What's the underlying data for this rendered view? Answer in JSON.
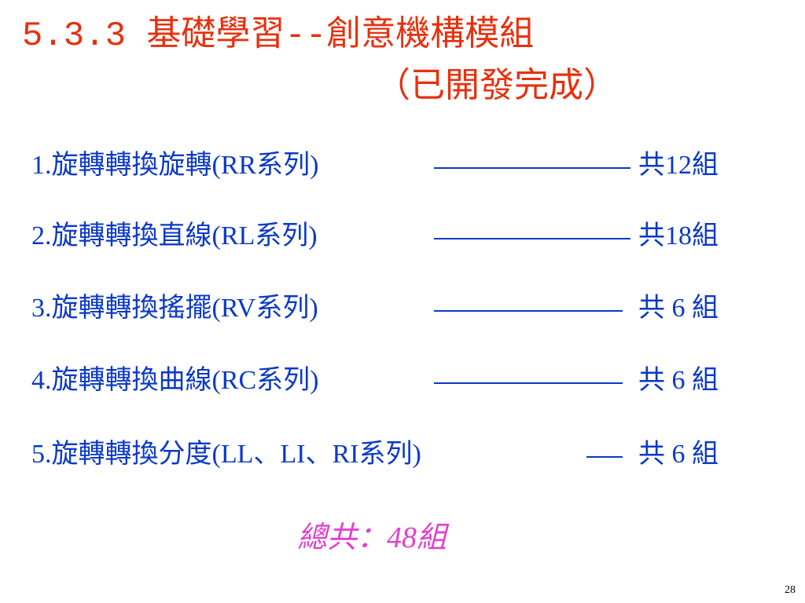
{
  "slide": {
    "title_line1": "5.3.3 基礎學習--創意機構模組",
    "title_line2": "（已開發完成）",
    "items": [
      {
        "label": "1.旋轉轉換旋轉(RR系列)",
        "count": "共12組"
      },
      {
        "label": "2.旋轉轉換直線(RL系列)",
        "count": "共18組"
      },
      {
        "label": "3.旋轉轉換搖擺(RV系列)",
        "count": "共 6 組"
      },
      {
        "label": "4.旋轉轉換曲線(RC系列)",
        "count": "共 6 組"
      },
      {
        "label": "5.旋轉轉換分度(LL、LI、RI系列)",
        "count": "共 6 組"
      }
    ],
    "total": "總共：48組",
    "page_number": "28"
  },
  "colors": {
    "title": "#e8300e",
    "items": "#0b39c8",
    "total": "#e23fd0"
  }
}
